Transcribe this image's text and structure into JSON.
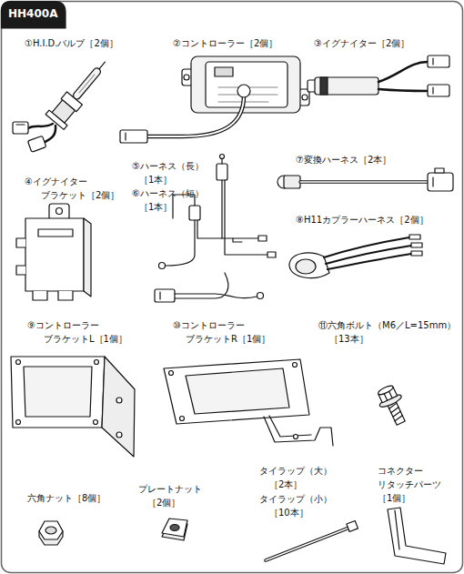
{
  "diagram": {
    "title": "HH400A",
    "labels": [
      "①H.I.D.バルブ［2個］",
      "②コントローラー［2個］",
      "③イグナイター［2個］",
      "④イグナイター ブラケット［2個］",
      "⑤ハーネス（長） ［1本］",
      "⑥ハーネス（短） ［1本］",
      "⑦変換ハーネス［2本］",
      "⑧H11カプラーハーネス［2個］",
      "⑨コントローラー ブラケットL［1個］",
      "⑩コントローラー ブラケットR［1個］",
      "⑪六角ボルト（M6／L=15mm） ［13本］",
      "六角ナット［8個］",
      "プレートナット ［2個］",
      "タイラップ（大） ［2本］",
      "タイラップ（小） ［10本］",
      "コネクター リタッチパーツ ［1個］"
    ]
  }
}
